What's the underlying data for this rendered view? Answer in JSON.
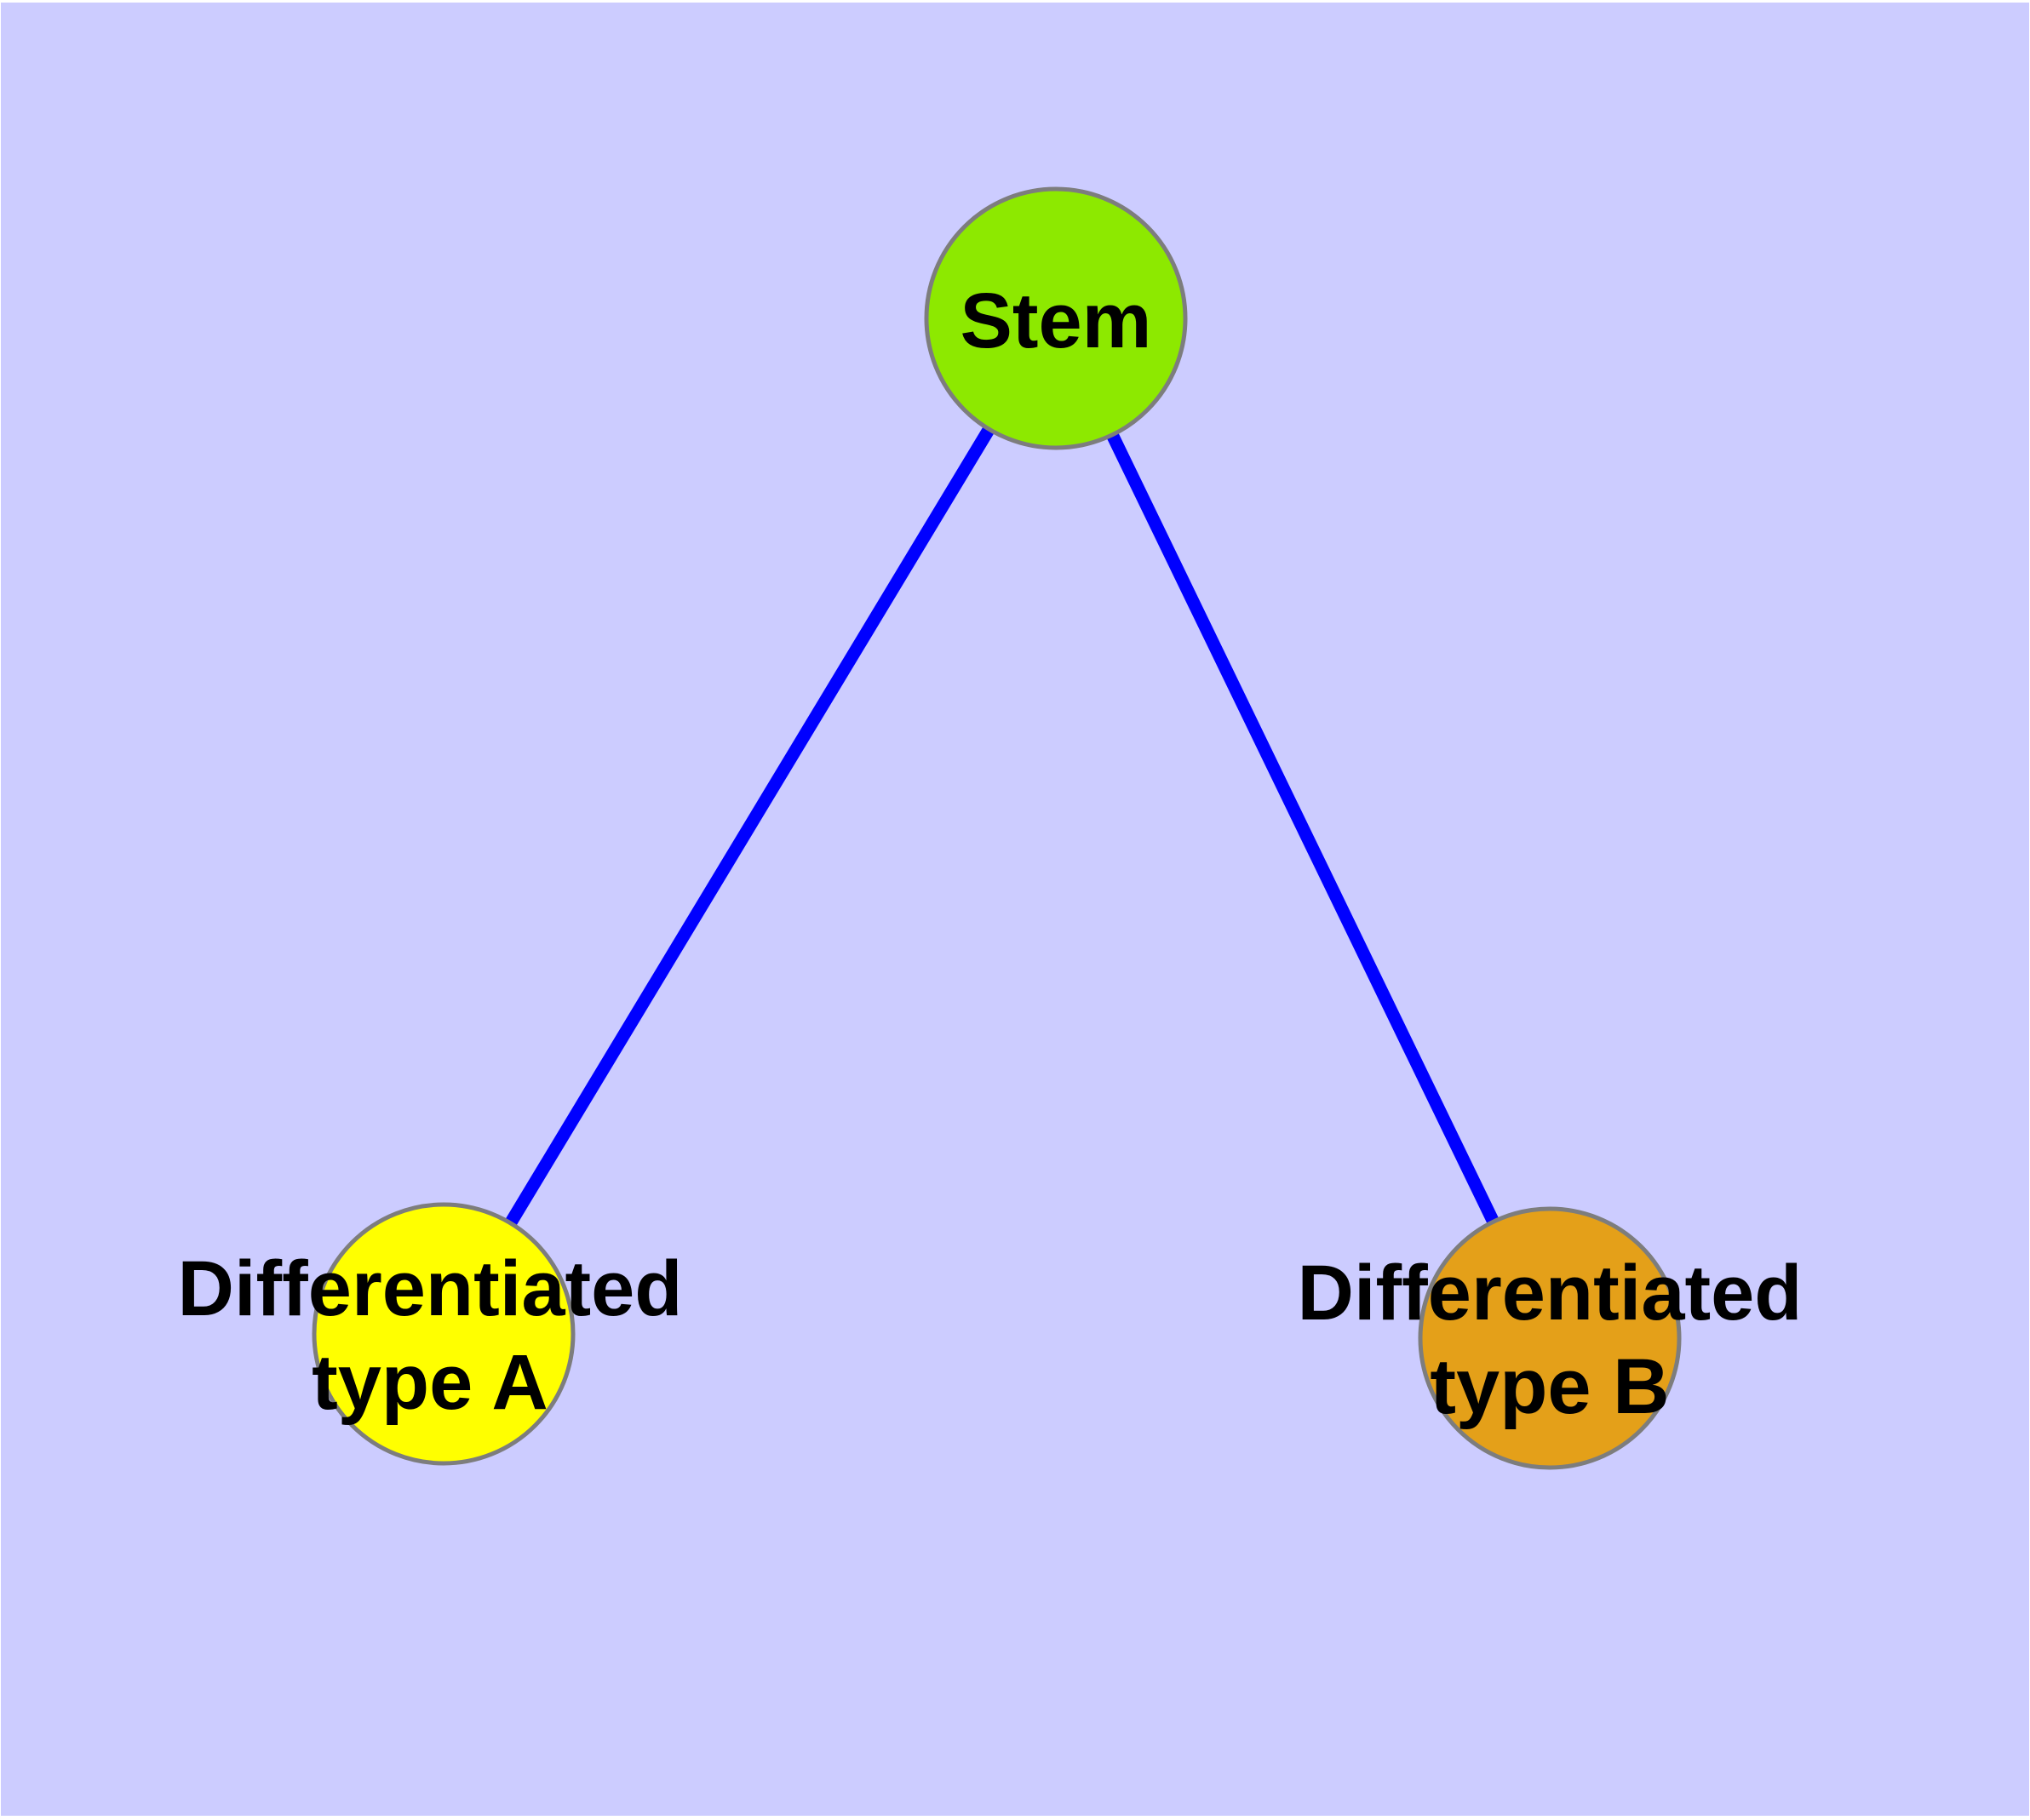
{
  "diagram": {
    "background_color": "#CCCCFF",
    "edge_color": "#0000FF",
    "node_border_color": "#7D7D7D",
    "text_color": "#000000",
    "nodes": {
      "stem": {
        "label": "Stem",
        "fill": "#8DE900"
      },
      "type_a": {
        "label_line1": "Differentiated",
        "label_line2": "type A",
        "fill": "#FFFF00"
      },
      "type_b": {
        "label_line1": "Differentiated",
        "label_line2": "type B",
        "fill": "#E4A019"
      }
    },
    "edges": [
      {
        "from": "Stem",
        "to": "Differentiated type A"
      },
      {
        "from": "Stem",
        "to": "Differentiated type B"
      }
    ]
  }
}
